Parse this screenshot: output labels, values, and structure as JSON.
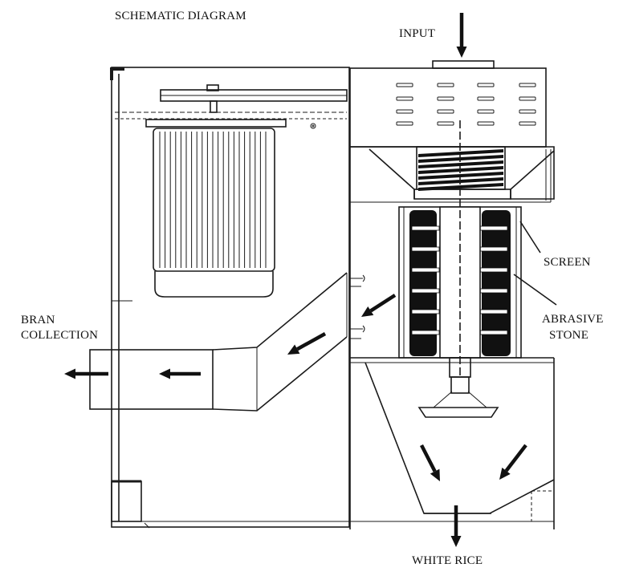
{
  "title": "SCHEMATIC DIAGRAM",
  "labels": {
    "input": "INPUT",
    "screen": "SCREEN",
    "abrasive_line1": "ABRASIVE",
    "abrasive_line2": "STONE",
    "bran_line1": "BRAN",
    "bran_line2": "COLLECTION",
    "output": "WHITE RICE"
  },
  "colors": {
    "ink": "#111111",
    "background": "#ffffff"
  }
}
